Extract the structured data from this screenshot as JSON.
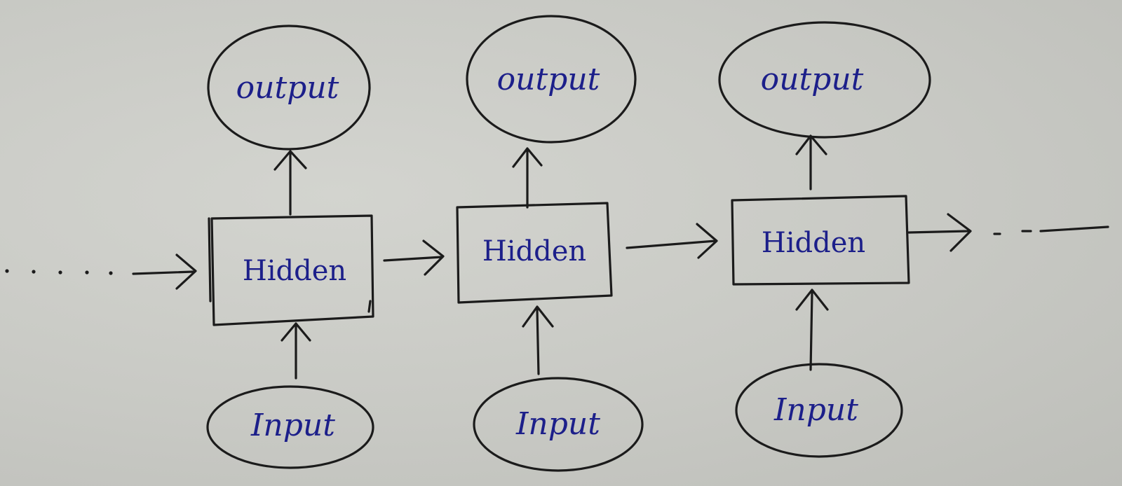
{
  "colors": {
    "paper": "#c9cac5",
    "ink_outline": "#1b1b1b",
    "ink_text": "#1c1f8a"
  },
  "steps": [
    {
      "output": "output",
      "hidden": "Hidden",
      "input": "Input"
    },
    {
      "output": "output",
      "hidden": "Hidden",
      "input": "Input"
    },
    {
      "output": "output",
      "hidden": "Hidden",
      "input": "Input"
    }
  ]
}
